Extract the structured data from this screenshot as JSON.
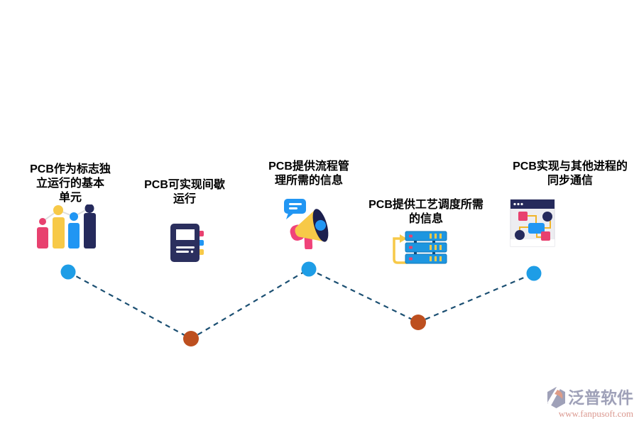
{
  "nodes": [
    {
      "label_lines": [
        "PCB作为标志独",
        "立运行的基本",
        "单元"
      ],
      "icon": "bar-chart-icon",
      "dot_color": "#1e9de6"
    },
    {
      "label_lines": [
        "PCB可实现间歇",
        "运行"
      ],
      "icon": "notebook-icon",
      "dot_color": "#bd4f1f"
    },
    {
      "label_lines": [
        "PCB提供流程管",
        "理所需的信息"
      ],
      "icon": "megaphone-icon",
      "dot_color": "#1e9de6"
    },
    {
      "label_lines": [
        "PCB提供工艺调度所需",
        "的信息"
      ],
      "icon": "server-stack-icon",
      "dot_color": "#bd4f1f"
    },
    {
      "label_lines": [
        "PCB实现与其他进程的",
        "同步通信"
      ],
      "icon": "flowchart-window-icon",
      "dot_color": "#1e9de6"
    }
  ],
  "connector": {
    "style": "dashed",
    "color": "#1b4f72"
  },
  "watermark": {
    "brand": "泛普软件",
    "url": "www.fanpusoft.com"
  },
  "palette": {
    "pink": "#e8416f",
    "yellow": "#f7c948",
    "blue": "#2196f3",
    "navy": "#252a5c",
    "dot_blue": "#1e9de6",
    "dot_orange": "#bd4f1f",
    "line_navy": "#1b4f72"
  }
}
